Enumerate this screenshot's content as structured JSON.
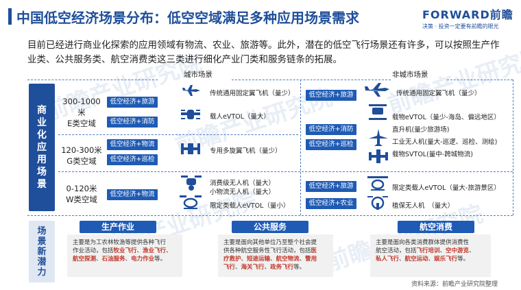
{
  "title": "中国低空经济场景分布：低空空域满足多种应用场景需求",
  "logo": {
    "main": "FORWARD前瞻",
    "sub": "决策 · 投资一定要有前瞻的眼光"
  },
  "intro": "目前已经进行商业化探索的应用领域有物流、农业、旅游等。此外，潜在的低空飞行场景还有许多，可以按照生产作业类、公共服务类、航空消费类这三类进行细化产业门类和服务链条的拓展。",
  "urban_label": "城市场景",
  "nonurban_label": "非城市场景",
  "side_commercial": [
    "商",
    "业",
    "化",
    "应",
    "用",
    "场",
    "景"
  ],
  "side_potential": [
    "场",
    "景",
    "新",
    "潜",
    "力"
  ],
  "rows": [
    {
      "category": [
        "300-1000米",
        "E类空域"
      ],
      "urban_tags": [
        "低空经济+旅游",
        "低空经济+消防"
      ],
      "urban_items": [
        "传统通用固定翼飞机（量少）",
        "载人eVTOL（量大）"
      ],
      "nonurban_tags": [
        "低空经济+旅游",
        "低空经济+消防",
        "低空经济+巡检"
      ],
      "nonurban_items": [
        "传统通用固定翼飞机（量少）",
        "载物eVTOL（量少-海岛、偏远地区）",
        "直升机(量少旅游场)",
        "工业无人机(量大-巡逻、巡检、测绘)",
        "载物SVTOL(量中-跨城物流)"
      ]
    },
    {
      "category": [
        "120-300米",
        "G类空域"
      ],
      "urban_tags": [
        "低空经济+物流",
        "低空经济+巡检"
      ],
      "urban_items": [
        "专用多旋翼飞机（量少）"
      ]
    },
    {
      "category": [
        "0-120米",
        "W类空域"
      ],
      "urban_tags": [
        "低空经济+物流"
      ],
      "urban_items": [
        "消费级无人机（量大）",
        "小物流无人机（量大）",
        "限定类载人eVTOL（量小）"
      ],
      "nonurban_tags": [
        "低空经济+旅游",
        "低空经济+农业"
      ],
      "nonurban_items": [
        "限定类载人eVTOL（量大-旅游景区）",
        "植保无人机　（量大）"
      ]
    }
  ],
  "potential": [
    {
      "head": "生产作业",
      "lines": [
        [
          {
            "t": "主要是为工农林牧渔等提供各种飞行"
          }
        ],
        [
          {
            "t": "作业活动，包括"
          },
          {
            "t": "牧业飞行",
            "h": true
          },
          {
            "t": "、"
          },
          {
            "t": "渔业飞行",
            "h": true
          },
          {
            "t": "、"
          }
        ],
        [
          {
            "t": "航空探测",
            "h": true
          },
          {
            "t": "、"
          },
          {
            "t": "石油服务",
            "h": true
          },
          {
            "t": "、"
          },
          {
            "t": "电力作业",
            "h": true
          },
          {
            "t": "等。"
          }
        ]
      ]
    },
    {
      "head": "公共服务",
      "lines": [
        [
          {
            "t": "主要是面向其他单位乃至整个社会提"
          }
        ],
        [
          {
            "t": "供各种航空服务性飞行活动，包括"
          },
          {
            "t": "医",
            "h": true
          }
        ],
        [
          {
            "t": "疗救护",
            "h": true
          },
          {
            "t": "、"
          },
          {
            "t": "短途运输",
            "h": true
          },
          {
            "t": "、"
          },
          {
            "t": "航空物流",
            "h": true
          },
          {
            "t": "、"
          },
          {
            "t": "警用",
            "h": true
          }
        ],
        [
          {
            "t": "飞行",
            "h": true
          },
          {
            "t": "、"
          },
          {
            "t": "海关飞行",
            "h": true
          },
          {
            "t": "、"
          },
          {
            "t": "政务飞行",
            "h": true
          },
          {
            "t": "等。"
          }
        ]
      ]
    },
    {
      "head": "航空消费",
      "lines": [
        [
          {
            "t": "主要是面向各类消费群体提供消费性"
          }
        ],
        [
          {
            "t": "航空活动，包括"
          },
          {
            "t": "飞行培训",
            "h": true
          },
          {
            "t": "、"
          },
          {
            "t": "空中游览",
            "h": true
          },
          {
            "t": "、"
          }
        ],
        [
          {
            "t": "私人飞行",
            "h": true
          },
          {
            "t": "、"
          },
          {
            "t": "航空运动",
            "h": true
          },
          {
            "t": "、"
          },
          {
            "t": "娱乐飞行",
            "h": true
          },
          {
            "t": "等。"
          }
        ]
      ]
    }
  ],
  "source": "资料来源：前瞻产业研究院整理",
  "watermark": "前瞻产业研究院",
  "colors": {
    "primary": "#1f4e9a",
    "tag": "#1f5bb4",
    "highlight": "#c0392b"
  }
}
